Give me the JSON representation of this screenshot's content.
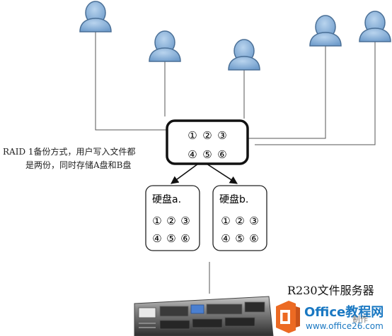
{
  "description_text": {
    "line1": "RAID 1备份方式，用户写入文件都",
    "line2": "是两份，同时存储A盘和B盘"
  },
  "central_box": {
    "row1": [
      "①",
      "②",
      "③"
    ],
    "row2": [
      "④",
      "⑤",
      "⑥"
    ]
  },
  "disks": [
    {
      "title": "硬盘a.",
      "row1": [
        "①",
        "②",
        "③"
      ],
      "row2": [
        "④",
        "⑤",
        "⑥"
      ]
    },
    {
      "title": "硬盘b.",
      "row1": [
        "①",
        "②",
        "③"
      ],
      "row2": [
        "④",
        "⑤",
        "⑥"
      ]
    }
  ],
  "server": {
    "label": "R230文件服务器"
  },
  "watermark": {
    "brand": "Office教程网",
    "url": "www.office26.com",
    "overlay": "制作"
  },
  "colors": {
    "user_fill": "#7fa9d6",
    "user_stroke": "#4a6f96",
    "logo_orange": "#ec6a23",
    "brand_blue": "#1a78c2"
  }
}
